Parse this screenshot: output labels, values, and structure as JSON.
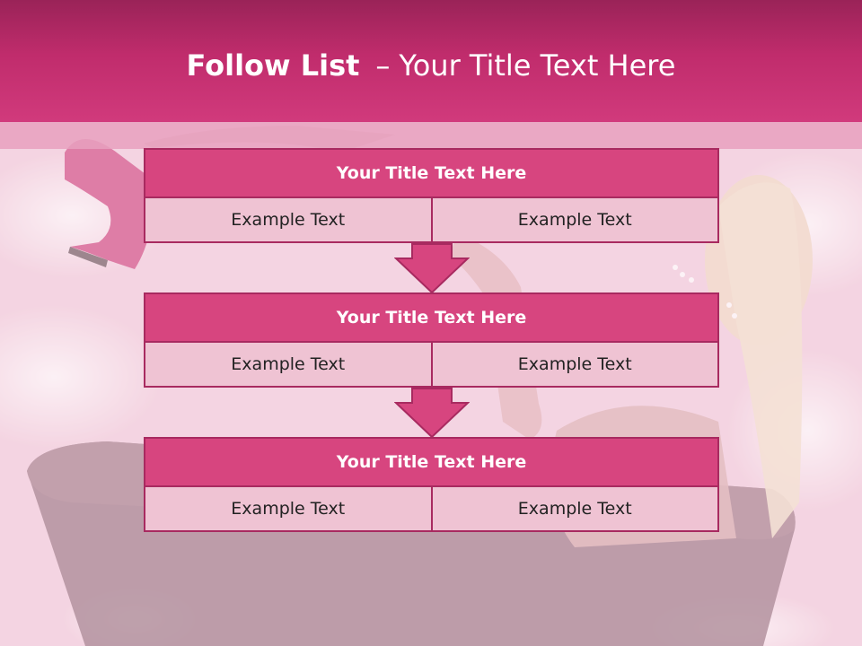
{
  "slide": {
    "title_bold": "Follow List",
    "title_dash": "–",
    "title_rest": "Your Title Text Here"
  },
  "blocks": [
    {
      "title": "Your Title Text Here",
      "left": "Example Text",
      "right": "Example Text"
    },
    {
      "title": "Your Title Text Here",
      "left": "Example Text",
      "right": "Example Text"
    },
    {
      "title": "Your Title Text Here",
      "left": "Example Text",
      "right": "Example Text"
    }
  ],
  "colors": {
    "header": "#c02c6c",
    "block_title": "#d7457f",
    "cell": "#efc3d3",
    "border": "#a82a60"
  }
}
